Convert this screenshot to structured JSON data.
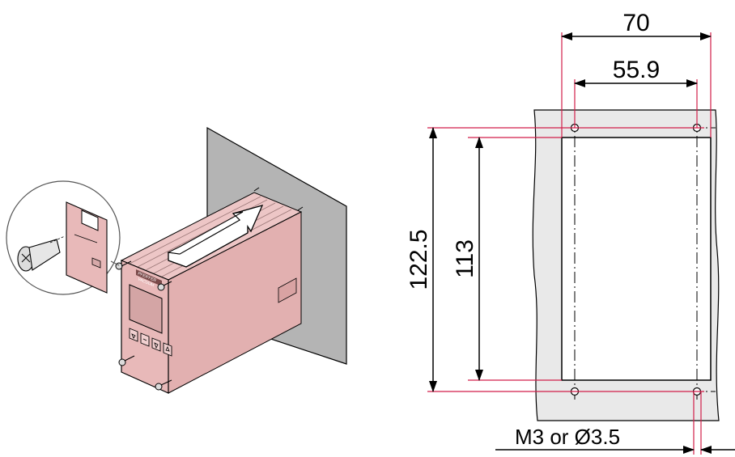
{
  "dimensions": {
    "outer_width": "70",
    "hole_spacing_horizontal": "55.9",
    "hole_spacing_vertical": "122.5",
    "cutout_height": "113"
  },
  "hole_note": "M3 or Ø3.5",
  "device_brand": [
    "PFEIFFER",
    "VACUUM"
  ],
  "colors": {
    "dimension_line": "#d21f4a",
    "device_body": "#e8b9b9",
    "panel_gray": "#b4b4b4",
    "cutout_gray": "#e9e9e9"
  }
}
